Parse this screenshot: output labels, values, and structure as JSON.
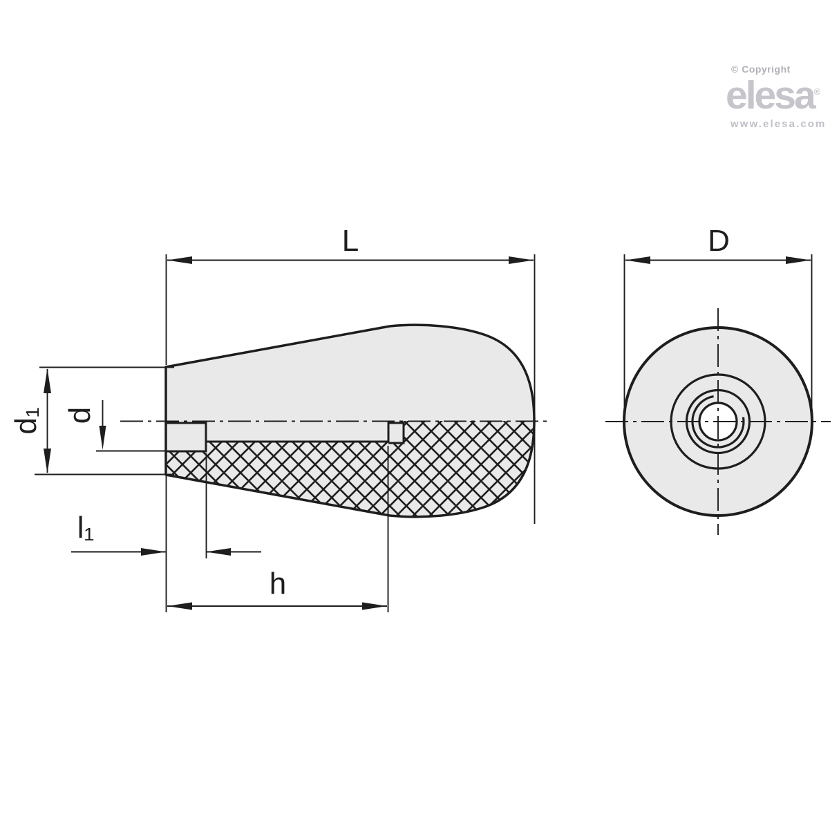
{
  "logo": {
    "copyright": "© Copyright",
    "brand": "elesa",
    "registered": "®",
    "website": "www.elesa.com"
  },
  "dim_labels": {
    "L": "L",
    "D": "D",
    "d1": "d₁",
    "d": "d",
    "l1": "l₁",
    "h": "h"
  },
  "colors": {
    "line": "#1e1e1e",
    "fill": "#e9e9e9",
    "bg": "#ffffff",
    "hole": "#ffffff",
    "brand_gray": "#c5c5cb",
    "copyright_gray": "#b0b0b8",
    "url_gray": "#bfbfc7"
  }
}
